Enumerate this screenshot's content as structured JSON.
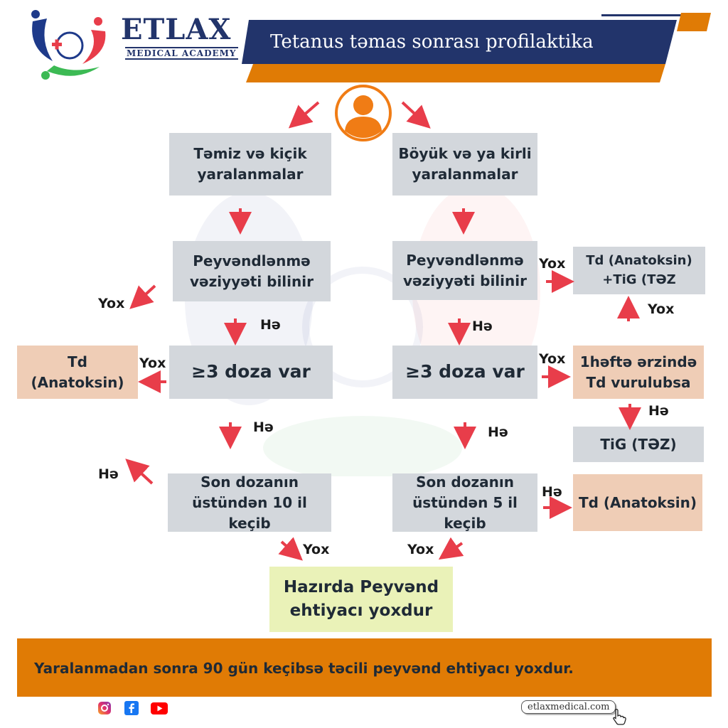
{
  "header": {
    "brand": "ETLAX",
    "brand_sub": "MEDICAL ACADEMY",
    "title": "Tetanus təmas sonrası profilaktika"
  },
  "colors": {
    "navy": "#22346b",
    "orange": "#e07b05",
    "red": "#e83d4a",
    "gray_box": "#d3d7dc",
    "peach_box": "#efcdb6",
    "green_box": "#eaf2b8"
  },
  "icons": {
    "person": "user-avatar-icon",
    "instagram": "instagram-icon",
    "facebook": "facebook-icon",
    "youtube": "youtube-icon",
    "cursor": "hand-cursor-icon"
  },
  "nodes": {
    "clean_wounds": "Təmiz və kiçik yaralanmalar",
    "large_wounds": "Böyük və ya kirli yaralanmalar",
    "vacc_known_left": "Peyvəndlənmə vəziyyəti bilinir",
    "vacc_known_right": "Peyvəndlənmə vəziyyəti bilinir",
    "doses_left": "≥3 doza var",
    "doses_right": "≥3 doza var",
    "last_dose_10": "Son dozanın üstündən 10 il keçib",
    "last_dose_5": "Son dozanın üstündən 5 il keçib",
    "td_left": "Td (Anatoksin)",
    "td_tig": "Td (Anatoksin) +TiG (TƏZ",
    "td_week": "1həftə ərzində Td vurulubsa",
    "tig": "TiG (TƏZ)",
    "td_right": "Td (Anatoksin)",
    "no_need": "Hazırda Peyvənd ehtiyacı yoxdur"
  },
  "labels": {
    "yes": "Hə",
    "no": "Yox"
  },
  "footer": {
    "note": "Yaralanmadan sonra 90 gün keçibsə təcili peyvənd ehtiyacı yoxdur.",
    "site": "etlaxmedical.com"
  }
}
